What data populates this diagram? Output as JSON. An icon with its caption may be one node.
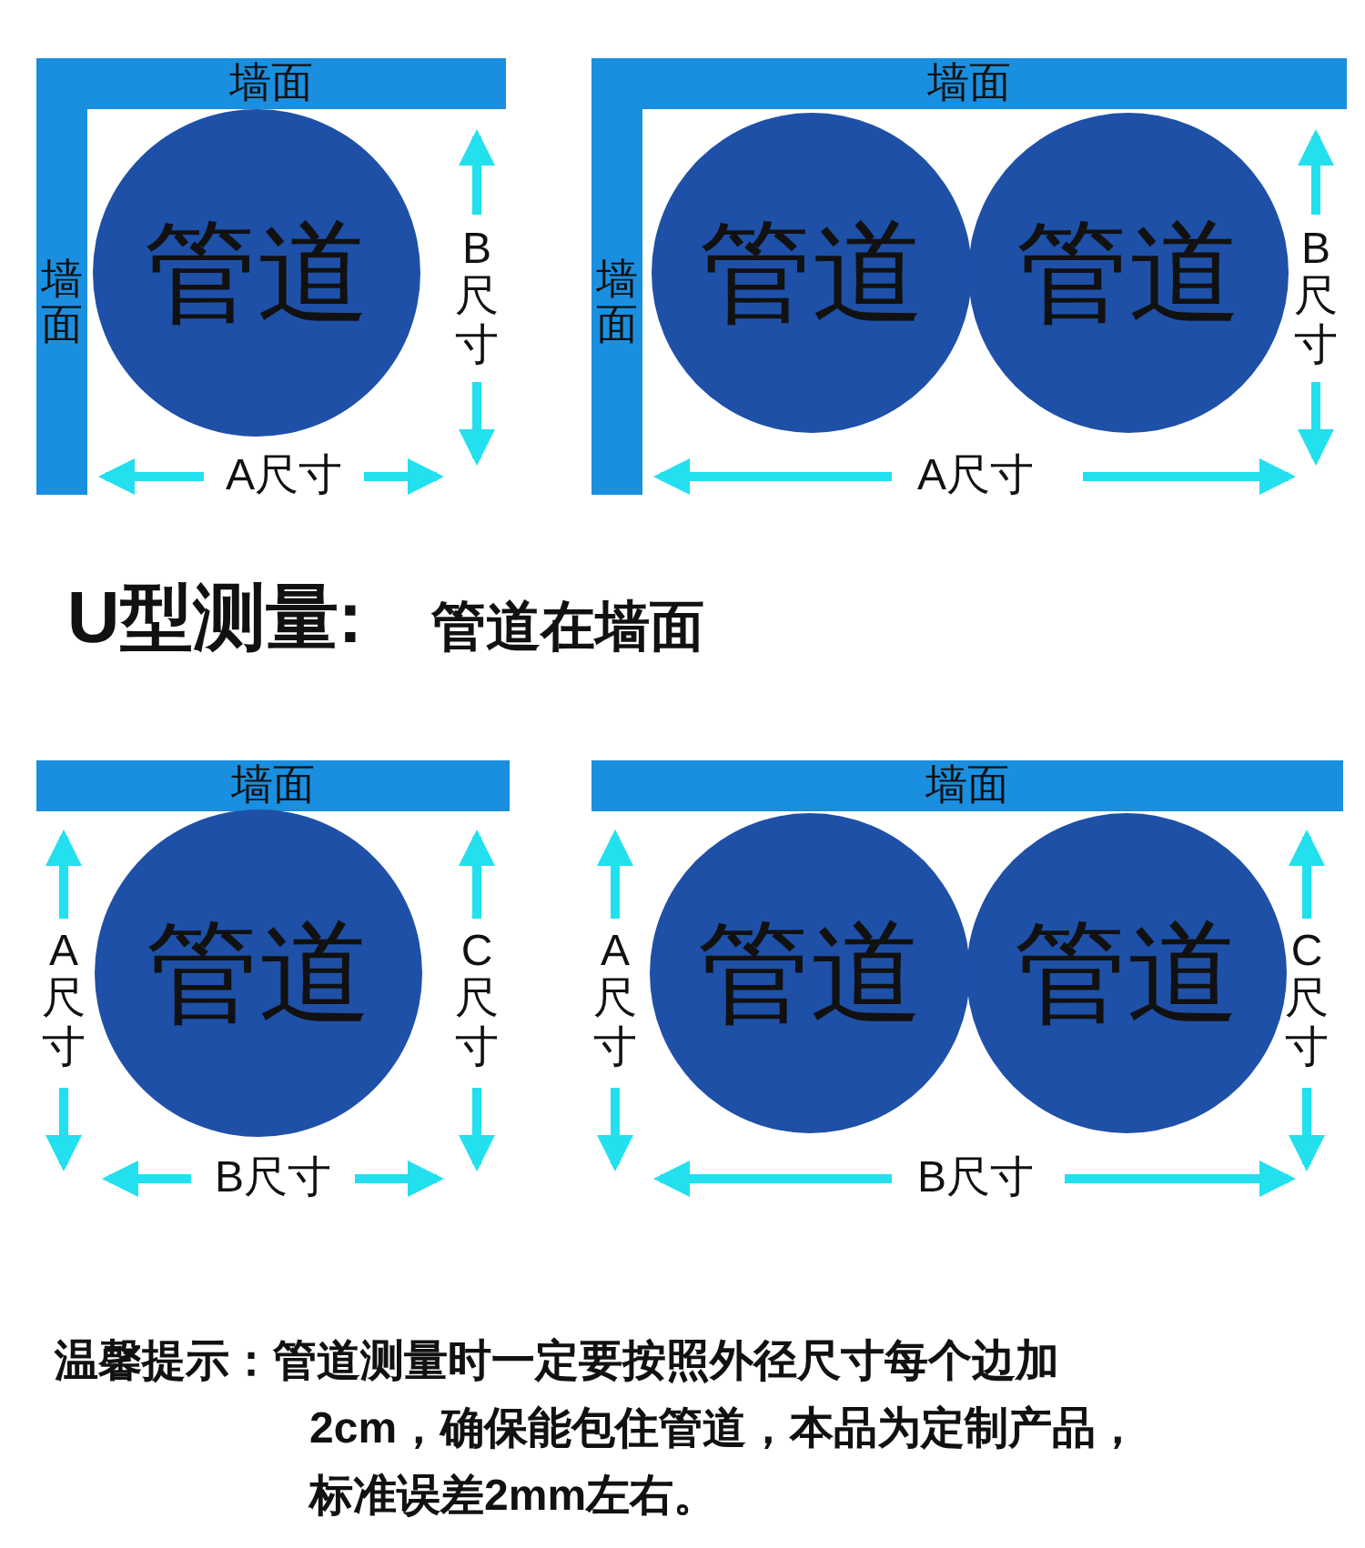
{
  "diagram": {
    "nodes": [
      {
        "text": [
          "墙面"
        ]
      },
      {
        "text": [
          "墙面"
        ]
      },
      {
        "text": [
          "管道"
        ]
      },
      {
        "text": [
          "墙面"
        ]
      },
      {
        "text": [
          "墙面"
        ]
      },
      {
        "text": [
          "管道"
        ]
      },
      {
        "text": [
          "管道"
        ]
      },
      {
        "text": [
          "墙面"
        ]
      },
      {
        "text": [
          "管道"
        ]
      },
      {
        "text": [
          "墙面"
        ]
      },
      {
        "text": [
          "管道"
        ]
      },
      {
        "text": [
          "管道"
        ]
      }
    ],
    "labels": [
      "B尺寸",
      "A尺寸",
      "B尺寸",
      "A尺寸",
      "U型测量:",
      "管道在墙面",
      "A尺寸",
      "C尺寸",
      "B尺寸",
      "A尺寸",
      "C尺寸",
      "B尺寸",
      "温馨提示：管道测量时一定要按照外径尺寸每个边加2cm，确保能包住管道，本品为定制产品，标准误差2mm左右。"
    ]
  }
}
